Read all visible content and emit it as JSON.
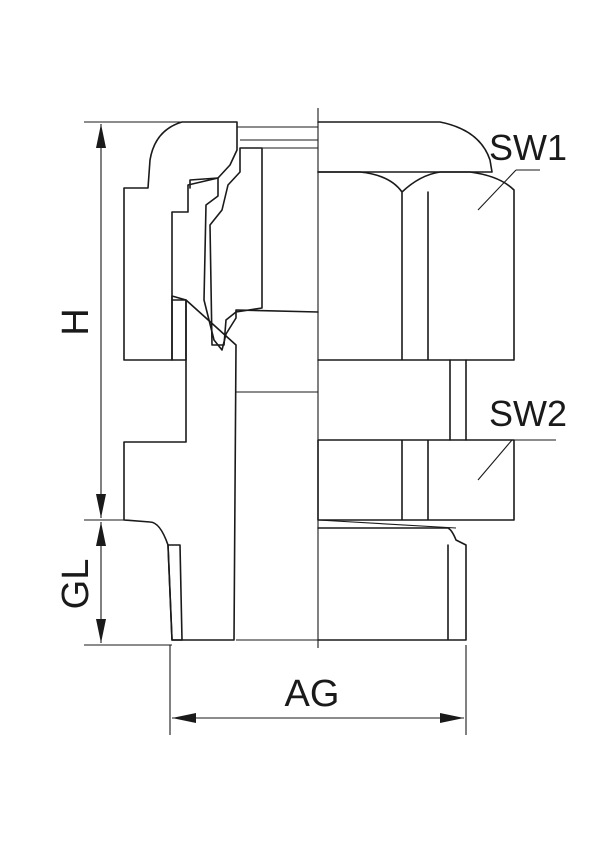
{
  "diagram": {
    "labels": {
      "sw1": "SW1",
      "sw2": "SW2",
      "h": "H",
      "gl": "GL",
      "ag": "AG"
    },
    "colors": {
      "line": "#1a1a1a",
      "background": "#ffffff"
    }
  }
}
